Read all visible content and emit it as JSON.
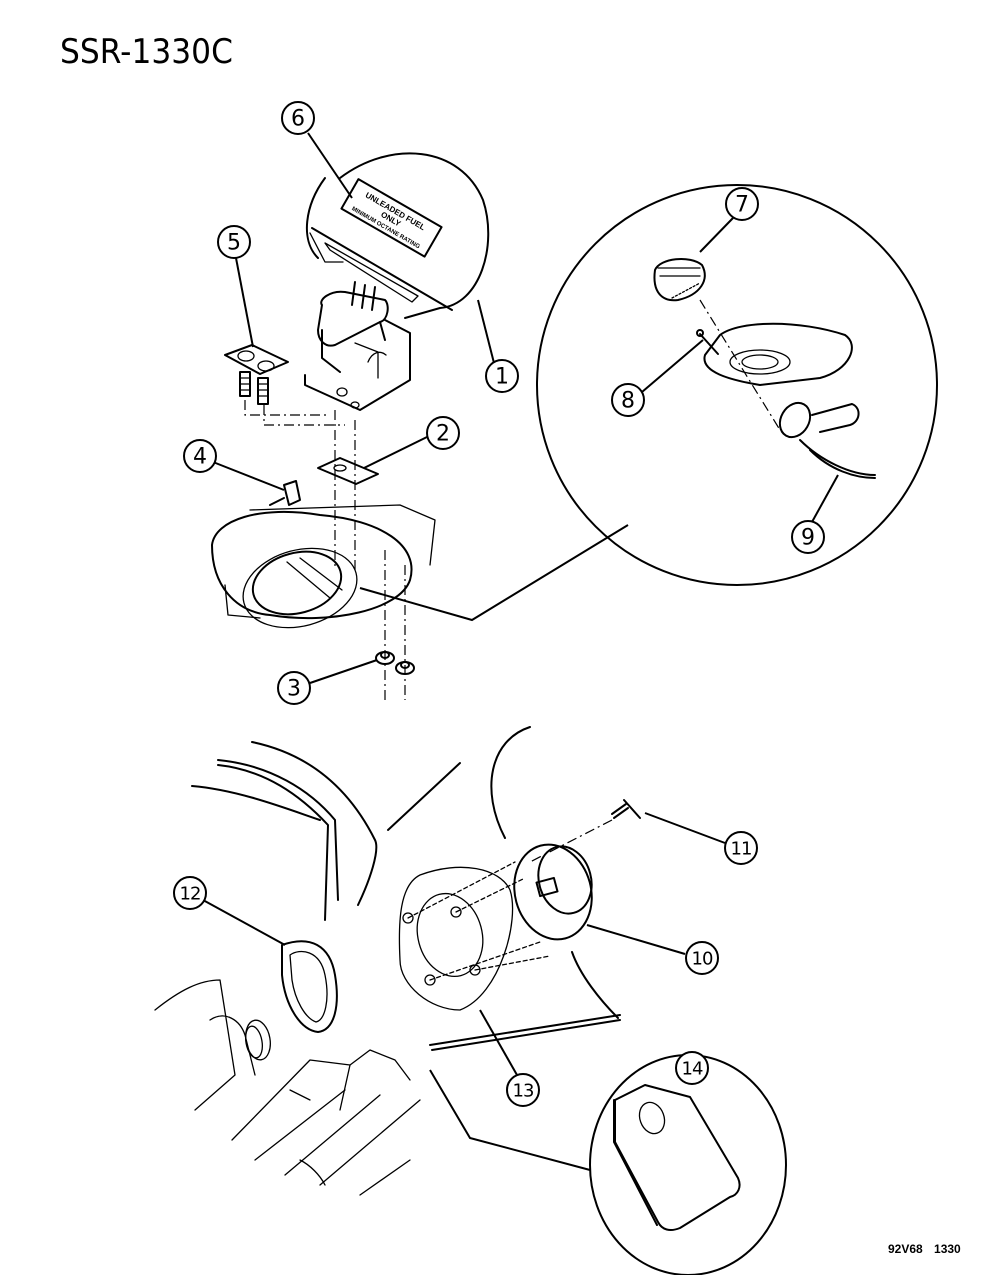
{
  "diagram": {
    "title": "SSR-1330C",
    "footer_code": "92V68 1330",
    "fuel_door_label": {
      "line1": "UNLEADED FUEL",
      "line2": "ONLY",
      "line3": "MINIMUM OCTANE RATING"
    },
    "callouts": [
      {
        "number": "1",
        "part": "fuel-filler-door"
      },
      {
        "number": "2",
        "part": "shim"
      },
      {
        "number": "3",
        "part": "nut"
      },
      {
        "number": "4",
        "part": "bumper"
      },
      {
        "number": "5",
        "part": "bolt-plate-screws"
      },
      {
        "number": "6",
        "part": "fuel-label"
      },
      {
        "number": "7",
        "part": "fuel-cap"
      },
      {
        "number": "8",
        "part": "screw"
      },
      {
        "number": "9",
        "part": "filler-neck"
      },
      {
        "number": "10",
        "part": "filler-housing"
      },
      {
        "number": "11",
        "part": "screw"
      },
      {
        "number": "12",
        "part": "seal"
      },
      {
        "number": "13",
        "part": "housing-gasket"
      },
      {
        "number": "14",
        "part": "gasket"
      }
    ]
  }
}
